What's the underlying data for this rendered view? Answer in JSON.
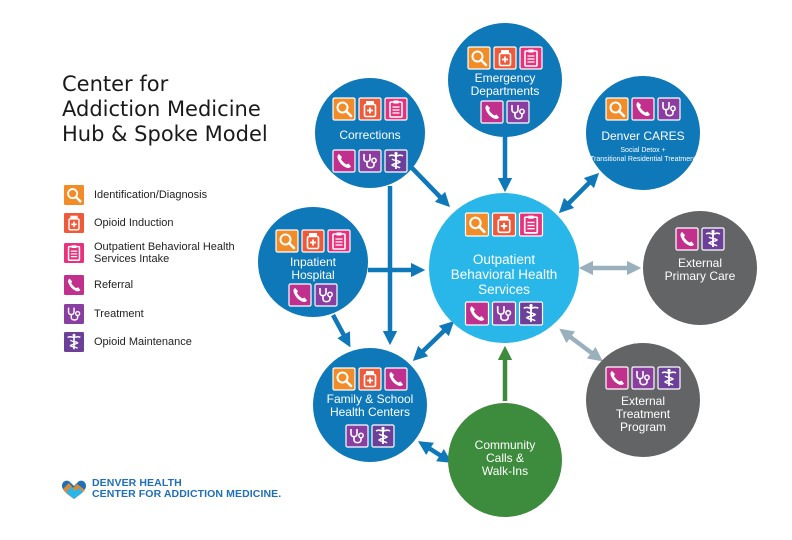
{
  "title": {
    "line1": "Center for",
    "line2": "Addiction Medicine",
    "line3": "Hub & Spoke Model"
  },
  "colors": {
    "hub": "#29b7ea",
    "spoke": "#0e78b9",
    "gray": "#636466",
    "green": "#3d8b3d",
    "arrow_blue": "#0e78b9",
    "arrow_light": "#8ec9e0",
    "arrow_gray": "#9ab0bc",
    "arrow_green": "#3d8b3d"
  },
  "legend": [
    {
      "key": "identification",
      "label": "Identification/Diagnosis",
      "color": "#f28c28",
      "icon": "magnifier-icon"
    },
    {
      "key": "induction",
      "label": "Opioid Induction",
      "color": "#ef5a3a",
      "icon": "pill-bottle-icon"
    },
    {
      "key": "intake",
      "label": "Outpatient Behavioral Health Services Intake",
      "color": "#e8327c",
      "icon": "clipboard-icon"
    },
    {
      "key": "referral",
      "label": "Referral",
      "color": "#c2308e",
      "icon": "phone-icon"
    },
    {
      "key": "treatment",
      "label": "Treatment",
      "color": "#8a3fa0",
      "icon": "stethoscope-icon"
    },
    {
      "key": "maintenance",
      "label": "Opioid Maintenance",
      "color": "#6c3f99",
      "icon": "medical-caduceus-icon"
    }
  ],
  "nodes": [
    {
      "id": "hub",
      "lines": [
        "Outpatient",
        "Behavioral Health",
        "Services"
      ],
      "fill": "hub",
      "top_icons": [
        "identification",
        "induction",
        "intake"
      ],
      "bottom_icons": [
        "referral",
        "treatment",
        "maintenance"
      ],
      "sub": []
    },
    {
      "id": "emergency",
      "lines": [
        "Emergency",
        "Departments"
      ],
      "fill": "spoke",
      "top_icons": [
        "identification",
        "induction",
        "intake"
      ],
      "bottom_icons": [
        "referral",
        "treatment"
      ],
      "sub": []
    },
    {
      "id": "corrections",
      "lines": [
        "Corrections"
      ],
      "fill": "spoke",
      "top_icons": [
        "identification",
        "induction",
        "intake"
      ],
      "bottom_icons": [
        "referral",
        "treatment",
        "maintenance"
      ],
      "sub": []
    },
    {
      "id": "cares",
      "lines": [
        "Denver CARES"
      ],
      "fill": "spoke",
      "top_icons": [
        "identification",
        "referral",
        "treatment"
      ],
      "bottom_icons": [],
      "sub": [
        "Social Detox +",
        "Transitional Residential Treatment"
      ]
    },
    {
      "id": "inpatient",
      "lines": [
        "Inpatient",
        "Hospital"
      ],
      "fill": "spoke",
      "top_icons": [
        "identification",
        "induction",
        "intake"
      ],
      "bottom_icons": [
        "referral",
        "treatment"
      ],
      "sub": []
    },
    {
      "id": "primary",
      "lines": [
        "External",
        "Primary Care"
      ],
      "fill": "gray",
      "top_icons": [
        "referral",
        "maintenance"
      ],
      "bottom_icons": [],
      "sub": []
    },
    {
      "id": "family",
      "lines": [
        "Family & School",
        "Health Centers"
      ],
      "fill": "spoke",
      "top_icons": [
        "identification",
        "induction",
        "referral"
      ],
      "bottom_icons": [
        "treatment",
        "maintenance"
      ],
      "sub": []
    },
    {
      "id": "community",
      "lines": [
        "Community",
        "Calls &",
        "Walk-Ins"
      ],
      "fill": "green",
      "top_icons": [],
      "bottom_icons": [],
      "sub": []
    },
    {
      "id": "treatment_program",
      "lines": [
        "External",
        "Treatment",
        "Program"
      ],
      "fill": "gray",
      "top_icons": [
        "referral",
        "treatment",
        "maintenance"
      ],
      "bottom_icons": [],
      "sub": []
    }
  ],
  "edges": [
    {
      "id": "emergency-to-hub",
      "from": "emergency",
      "to": "hub",
      "color": "arrow_blue",
      "heads": "end"
    },
    {
      "id": "corrections-to-hub",
      "from": "corrections",
      "to": "hub",
      "color": "arrow_blue",
      "heads": "end"
    },
    {
      "id": "corrections-to-family",
      "from": "corrections",
      "to": "family",
      "color": "arrow_blue",
      "heads": "end"
    },
    {
      "id": "inpatient-to-hub",
      "from": "inpatient",
      "to": "hub",
      "color": "arrow_blue",
      "heads": "end"
    },
    {
      "id": "inpatient-to-family",
      "from": "inpatient",
      "to": "family",
      "color": "arrow_blue",
      "heads": "end"
    },
    {
      "id": "hub-cares",
      "from": "hub",
      "to": "cares",
      "color": "arrow_blue",
      "heads": "both"
    },
    {
      "id": "hub-family",
      "from": "hub",
      "to": "family",
      "color": "arrow_blue",
      "heads": "both"
    },
    {
      "id": "hub-primary",
      "from": "hub",
      "to": "primary",
      "color": "arrow_gray",
      "heads": "both"
    },
    {
      "id": "hub-treatment-program",
      "from": "hub",
      "to": "treatment_program",
      "color": "arrow_gray",
      "heads": "both"
    },
    {
      "id": "community-to-hub",
      "from": "community",
      "to": "hub",
      "color": "arrow_green",
      "heads": "end"
    },
    {
      "id": "family-community",
      "from": "family",
      "to": "community",
      "color": "arrow_blue",
      "heads": "both"
    }
  ],
  "logo": {
    "line1": "DENVER HEALTH",
    "line2": "CENTER FOR ADDICTION MEDICINE."
  }
}
